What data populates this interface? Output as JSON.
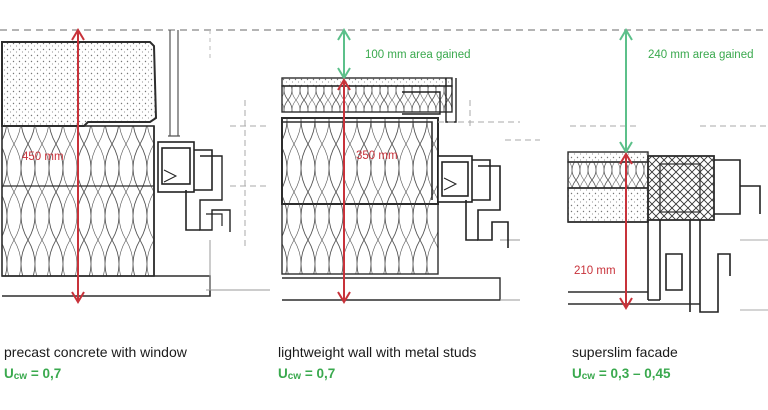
{
  "panels": [
    {
      "caption": "precast concrete with window",
      "u_symbol": "U",
      "u_sub": "cw",
      "u_value": "= 0,7",
      "thickness_label": "450 mm",
      "gain_label": ""
    },
    {
      "caption": "lightweight wall with metal studs",
      "u_symbol": "U",
      "u_sub": "cw",
      "u_value": "= 0,7",
      "thickness_label": "350 mm",
      "gain_label": "100 mm area gained"
    },
    {
      "caption": "superslim facade",
      "u_symbol": "U",
      "u_sub": "cw",
      "u_value": "= 0,3 – 0,45",
      "thickness_label": "210 mm",
      "gain_label": "240 mm area gained"
    }
  ],
  "colors": {
    "thickness_arrow": "#c8323a",
    "gain_arrow": "#5cc08a",
    "u_text": "#3aa94e",
    "sketch_line": "#3a3a3a",
    "grid_line": "#9a9a9a"
  }
}
